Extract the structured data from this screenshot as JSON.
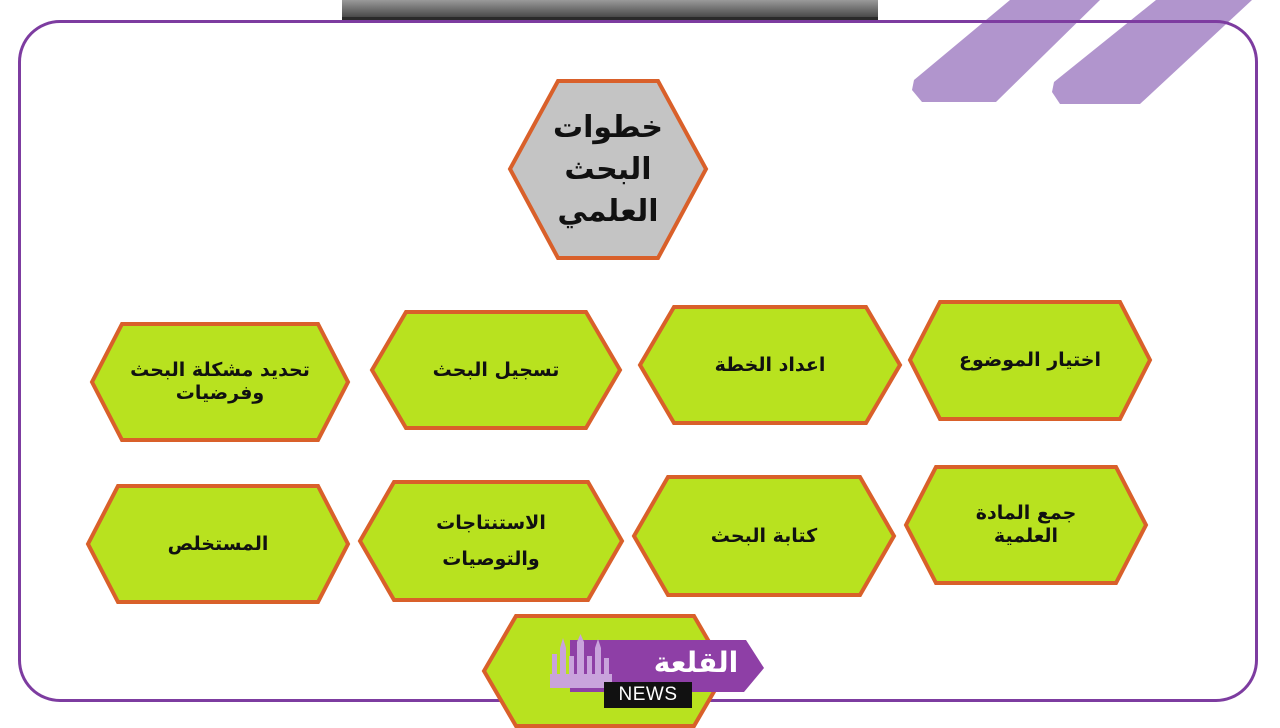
{
  "title": "خطوات\nالبحث\nالعلمي",
  "steps": [
    {
      "label": "اختيار الموضوع"
    },
    {
      "label": "اعداد الخطة"
    },
    {
      "label": "تسجيل البحث"
    },
    {
      "label": "تحديد مشكلة البحث\nوفرضيات"
    },
    {
      "label": "جمع المادة\nالعلمية"
    },
    {
      "label": "كتابة البحث"
    },
    {
      "label": "الاستنتاجات\nوالتوصيات"
    },
    {
      "label": "المستخلص"
    },
    {
      "label": ""
    }
  ],
  "logo": {
    "name": "القلعة",
    "tag": "NEWS"
  },
  "colors": {
    "title_fill": "#c4c4c4",
    "step_fill": "#b8e21f",
    "hex_stroke": "#d9602a",
    "frame": "#7d3ca0",
    "stripe": "#a98ac8"
  }
}
